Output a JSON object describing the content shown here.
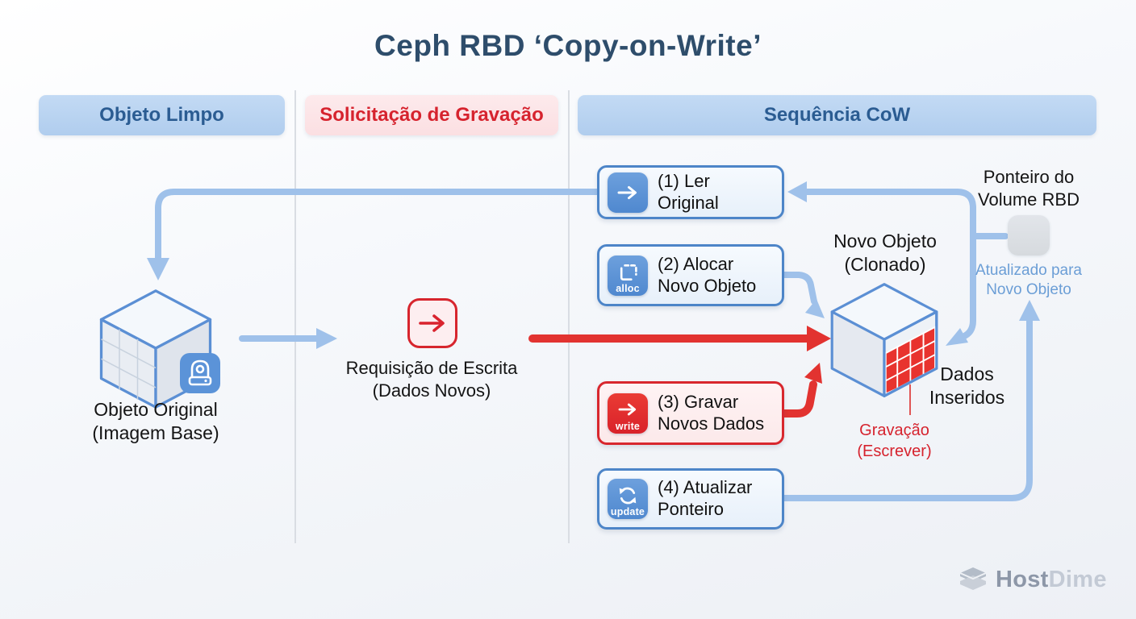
{
  "title": "Ceph RBD ‘Copy-on-Write’",
  "headers": {
    "clean": "Objeto Limpo",
    "write": "Solicitação de Gravação",
    "cow": "Sequência CoW"
  },
  "original_object": {
    "line1": "Objeto Original",
    "line2": "(Imagem Base)"
  },
  "write_request": {
    "line1": "Requisição de Escrita",
    "line2": "(Dados Novos)"
  },
  "steps": [
    {
      "line1": "(1) Ler Original",
      "line2": "",
      "badge": "",
      "icon": "arrow-right"
    },
    {
      "line1": "(2) Alocar",
      "line2": "Novo Objeto",
      "badge": "alloc",
      "icon": "allocate"
    },
    {
      "line1": "(3) Gravar",
      "line2": "Novos Dados",
      "badge": "write",
      "icon": "arrow-right"
    },
    {
      "line1": "(4) Atualizar",
      "line2": "Ponteiro",
      "badge": "update",
      "icon": "refresh"
    }
  ],
  "new_object": {
    "title1": "Novo Objeto",
    "title2": "(Clonado)",
    "data1": "Dados",
    "data2": "Inseridos",
    "write1": "Gravação",
    "write2": "(Escrever)"
  },
  "pointer": {
    "title1": "Ponteiro do",
    "title2": "Volume RBD",
    "status1": "Atualizado para",
    "status2": "Novo Objeto"
  },
  "logo": {
    "host": "Host",
    "dime": "Dime"
  },
  "colors": {
    "title": "#2e4d6b",
    "blue_accent": "#4d85c8",
    "blue_header_bg": "#b7d2f0",
    "blue_arrow": "#9fc1ea",
    "red_accent": "#d8272e",
    "red_arrow": "#e23330",
    "pink_header_bg": "#fbe4e6",
    "pointer_status_text": "#6b9ed6",
    "gray_pointer_box": "#dcdfe4"
  }
}
